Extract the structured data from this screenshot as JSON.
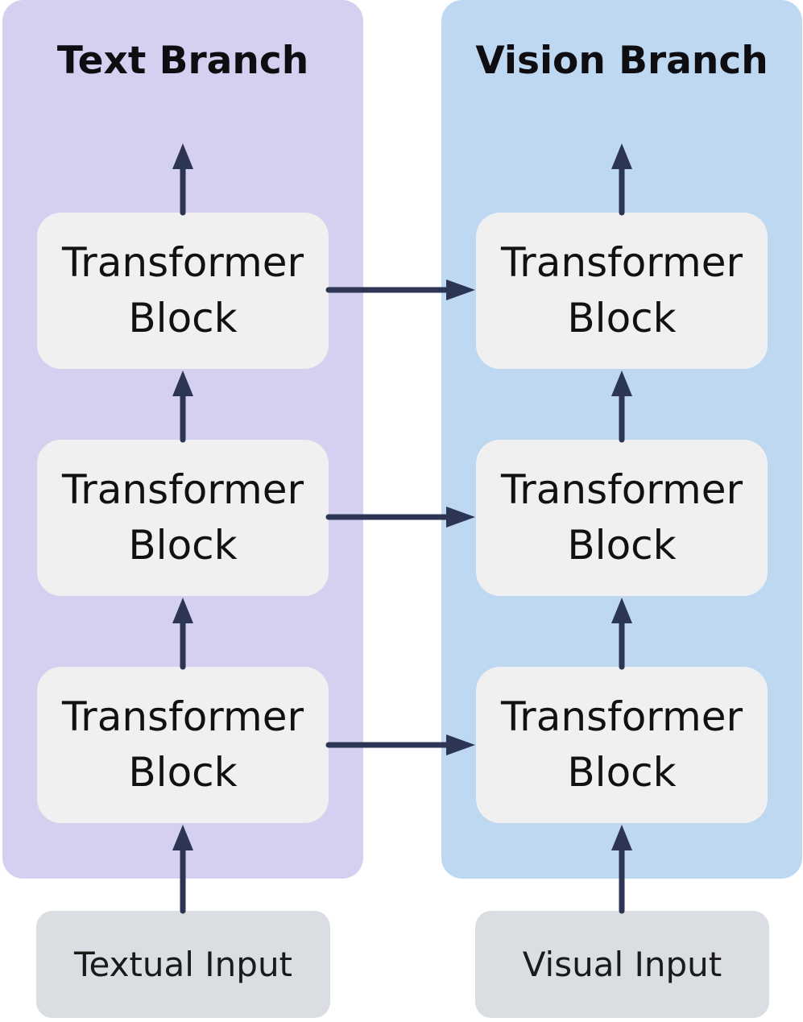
{
  "colors": {
    "text_branch_bg": "#d5d0ef",
    "vision_branch_bg": "#bfd8f1",
    "block_bg": "#f0f0f0",
    "input_bg": "#dadee2",
    "arrow": "#2c3554"
  },
  "text_branch": {
    "title": "Text Branch",
    "blocks": [
      {
        "line1": "Transformer",
        "line2": "Block"
      },
      {
        "line1": "Transformer",
        "line2": "Block"
      },
      {
        "line1": "Transformer",
        "line2": "Block"
      }
    ],
    "input": "Textual Input"
  },
  "vision_branch": {
    "title": "Vision Branch",
    "blocks": [
      {
        "line1": "Transformer",
        "line2": "Block"
      },
      {
        "line1": "Transformer",
        "line2": "Block"
      },
      {
        "line1": "Transformer",
        "line2": "Block"
      }
    ],
    "input": "Visual Input"
  }
}
